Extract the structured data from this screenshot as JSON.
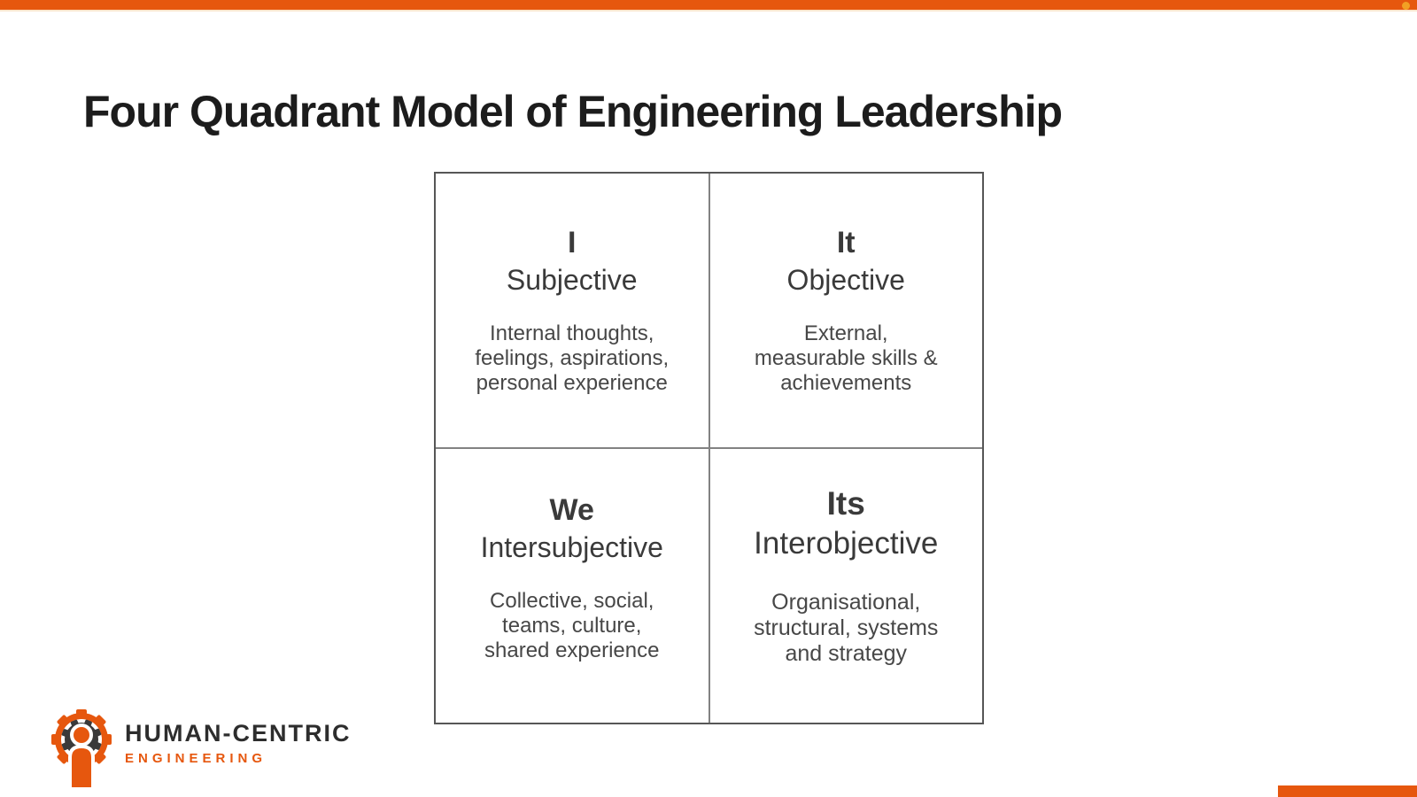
{
  "theme": {
    "accent_orange": "#E6570E",
    "accent_dot": "#F2A024",
    "top_bar_underline": "#FAE6CE",
    "title_color": "#1C1C1C",
    "heading_color": "#3A3A3A",
    "body_color": "#474747",
    "grid_inner_line": "#828282",
    "grid_outer_line": "#565656",
    "logo_dark": "#2D2D2D"
  },
  "title": "Four Quadrant Model of Engineering Leadership",
  "quadrants": [
    {
      "position": "upper-left",
      "pronoun": "I",
      "perspective": "Subjective",
      "description": "Internal thoughts,\nfeelings, aspirations,\npersonal experience"
    },
    {
      "position": "upper-right",
      "pronoun": "It",
      "perspective": "Objective",
      "description": "External,\nmeasurable skills &\nachievements"
    },
    {
      "position": "lower-left",
      "pronoun": "We",
      "perspective": "Intersubjective",
      "description": "Collective, social,\nteams, culture,\nshared experience"
    },
    {
      "position": "lower-right",
      "pronoun": "Its",
      "perspective": "Interobjective",
      "description": "Organisational,\nstructural, systems\nand strategy"
    }
  ],
  "logo": {
    "name": "HUMAN-CENTRIC",
    "subtitle": "ENGINEERING"
  }
}
